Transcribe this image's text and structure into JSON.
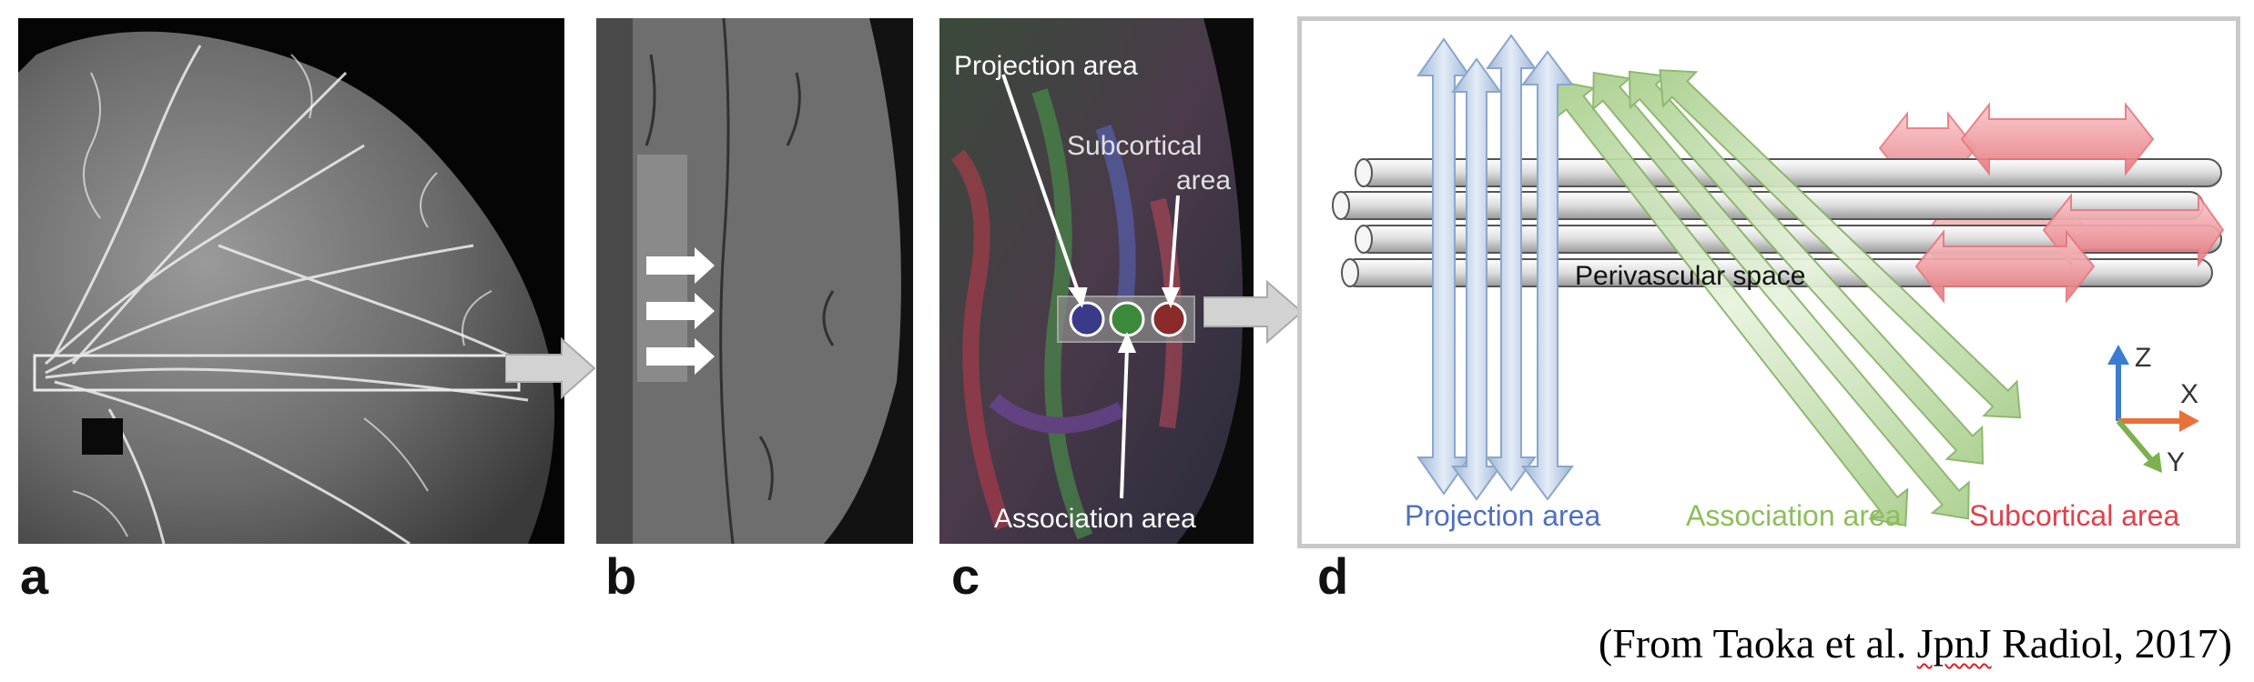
{
  "panels": {
    "a": {
      "letter": "a"
    },
    "b": {
      "letter": "b"
    },
    "c": {
      "letter": "c",
      "labels": {
        "projection": "Projection area",
        "subcortical_line1": "Subcortical",
        "subcortical_line2": "area",
        "association": "Association area"
      }
    },
    "d": {
      "letter": "d",
      "perivascular_label": "Perivascular space",
      "axes": {
        "z": "Z",
        "x": "X",
        "y": "Y"
      },
      "legend": {
        "projection": "Projection area",
        "association": "Association area",
        "subcortical": "Subcortical area"
      }
    }
  },
  "citation": {
    "prefix": "(From Taoka et al. ",
    "underlined": "JpnJ",
    "suffix": " Radiol, 2017)"
  },
  "colors": {
    "projection": "#4f6fc0",
    "association": "#8cbf5a",
    "subcortical": "#e0414a",
    "arrow_gray": "#cfcfcf"
  },
  "icons": [
    "image-panel-a",
    "image-panel-b",
    "image-panel-c",
    "fiber-diagram",
    "flow-arrow-icon",
    "axis-icon"
  ]
}
